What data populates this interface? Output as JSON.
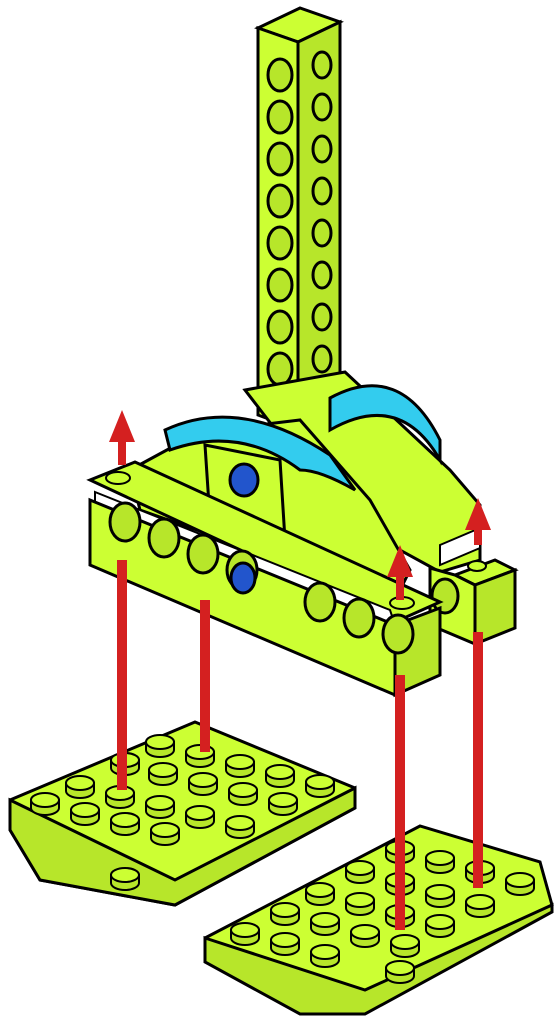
{
  "colors": {
    "brick": "#ccff33",
    "brick_shade": "#b7e62a",
    "outline": "#000000",
    "curve": "#33ccee",
    "curve_shade": "#22aad0",
    "axle": "#2255cc",
    "arrow": "#d42020",
    "background": "#ffffff",
    "white_plate": "#ffffff"
  },
  "parts": {
    "vertical_beam": {
      "name": "technic-beam-vertical",
      "holes": 9
    },
    "horizontal_beam_front": {
      "name": "technic-beam-horizontal-front",
      "holes": 8
    },
    "horizontal_beam_back": {
      "name": "technic-beam-horizontal-back",
      "holes": 1
    },
    "wedge_plate_left": {
      "name": "wedge-plate-left",
      "studs": 20
    },
    "wedge_plate_right": {
      "name": "wedge-plate-right",
      "studs": 20
    }
  },
  "arrows": [
    {
      "name": "arrow-left-1",
      "direction": "up"
    },
    {
      "name": "arrow-left-2",
      "direction": "up"
    },
    {
      "name": "arrow-right-1",
      "direction": "up"
    },
    {
      "name": "arrow-right-2",
      "direction": "up"
    }
  ]
}
